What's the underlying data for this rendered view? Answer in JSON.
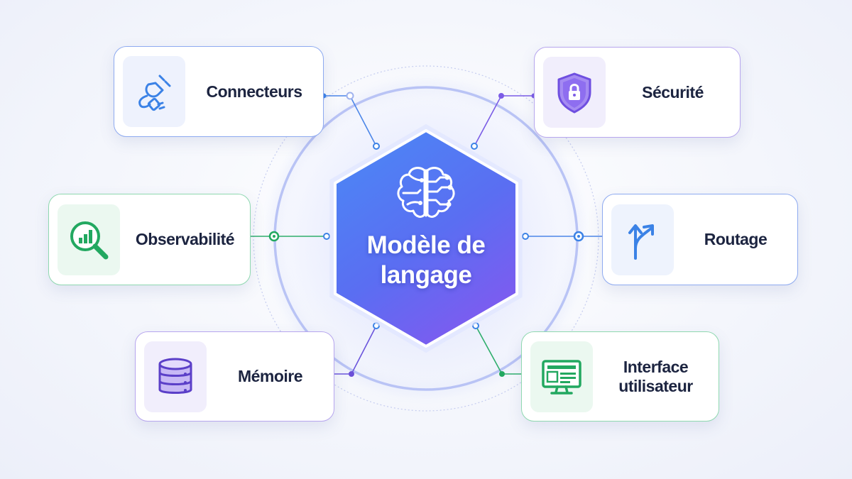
{
  "center": {
    "label": "Modèle de langage",
    "icon": "brain-circuit-icon",
    "colors": {
      "top": "#4a86f4",
      "bottom": "#7a5cf2",
      "ring": "#9fb0ee"
    }
  },
  "nodes": {
    "connecteurs": {
      "label": "Connecteurs",
      "icon": "plug-icon",
      "color": "#3b82e6"
    },
    "securite": {
      "label": "Sécurité",
      "icon": "shield-lock-icon",
      "color": "#7c5ce6"
    },
    "observabilite": {
      "label": "Observabilité",
      "icon": "chart-magnifier-icon",
      "color": "#22a860"
    },
    "routage": {
      "label": "Routage",
      "icon": "route-split-arrows-icon",
      "color": "#3b82e6"
    },
    "memoire": {
      "label": "Mémoire",
      "icon": "database-icon",
      "color": "#6b4fd8"
    },
    "interface": {
      "label": "Interface utilisateur",
      "icon": "monitor-ui-icon",
      "color": "#22a860"
    }
  }
}
